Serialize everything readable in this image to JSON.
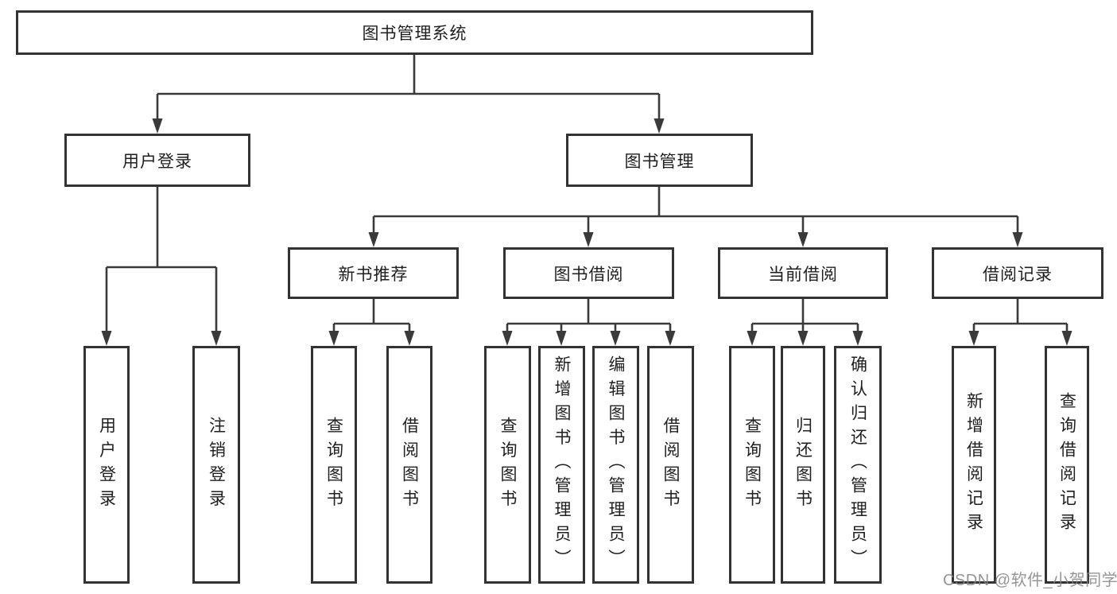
{
  "root": "图书管理系统",
  "branches": [
    {
      "label": "用户登录",
      "leaves": [
        "用户登录",
        "注销登录"
      ]
    },
    {
      "label": "图书管理",
      "children": [
        {
          "label": "新书推荐",
          "leaves": [
            "查询图书",
            "借阅图书"
          ]
        },
        {
          "label": "图书借阅",
          "leaves": [
            "查询图书",
            "新增图书（管理员）",
            "编辑图书（管理员）",
            "借阅图书"
          ]
        },
        {
          "label": "当前借阅",
          "leaves": [
            "查询图书",
            "归还图书",
            "确认归还（管理员）"
          ]
        },
        {
          "label": "借阅记录",
          "leaves": [
            "新增借阅记录",
            "查询借阅记录"
          ]
        }
      ]
    }
  ],
  "watermark": "CSDN @软件_小贺同学",
  "colors": {
    "line": "#3a3a3a",
    "border": "#333333",
    "box_bg": "#ffffff",
    "text": "#1f1f1f",
    "watermark": "#828282"
  }
}
